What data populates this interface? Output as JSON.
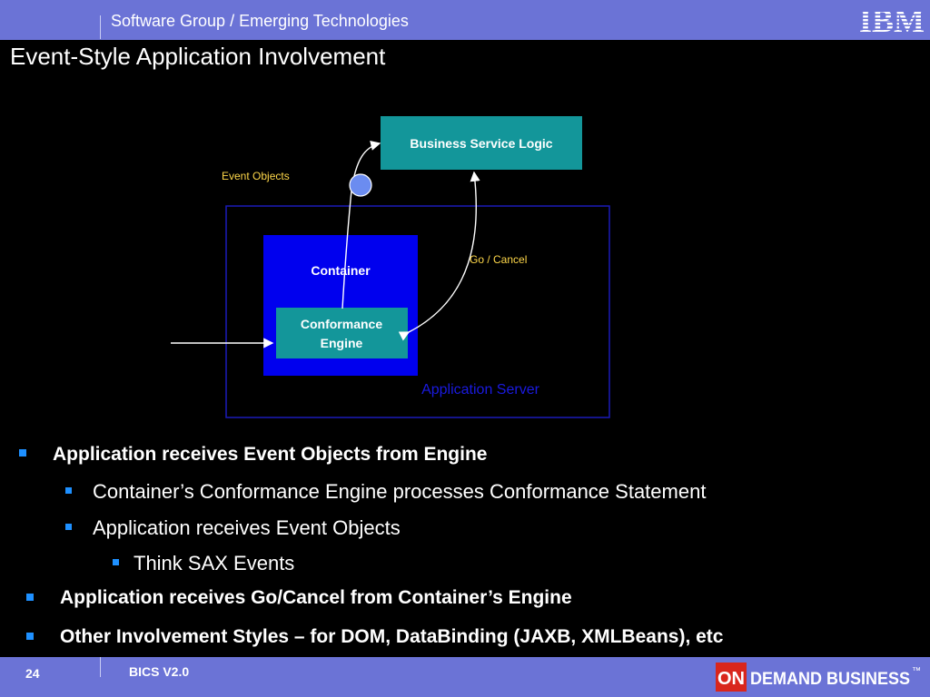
{
  "header": {
    "title": "Software Group / Emerging Technologies",
    "logo_text": "IBM"
  },
  "page_title": "Event-Style Application Involvement",
  "diagram": {
    "business_logic": "Business Service Logic",
    "event_objects": "Event Objects",
    "container": "Container",
    "engine_line1": "Conformance",
    "engine_line2": "Engine",
    "go_cancel": "Go / Cancel",
    "app_server": "Application Server"
  },
  "bullets": [
    {
      "level": 1,
      "text": "Application receives Event Objects from Engine"
    },
    {
      "level": 2,
      "text": "Container’s Conformance Engine processes Conformance Statement"
    },
    {
      "level": 2,
      "text": "Application receives Event Objects"
    },
    {
      "level": 3,
      "text": "Think SAX Events"
    },
    {
      "level": 1,
      "text": "Application receives Go/Cancel from Container’s Engine"
    },
    {
      "level": 1,
      "text": "Other Involvement Styles – for DOM, DataBinding (JAXB, XMLBeans), etc"
    }
  ],
  "footer": {
    "page_number": "24",
    "version": "BICS V2.0",
    "brand_on": "ON",
    "brand_rest": "DEMAND BUSINESS",
    "brand_tm": "™"
  },
  "colors": {
    "header_bar": "#6b73d6",
    "teal_box": "#13969a",
    "container_blue": "#0000ee",
    "server_border": "#1a1ab8",
    "label_yellow": "#ffd84a",
    "bullet_blue": "#1e90ff"
  }
}
